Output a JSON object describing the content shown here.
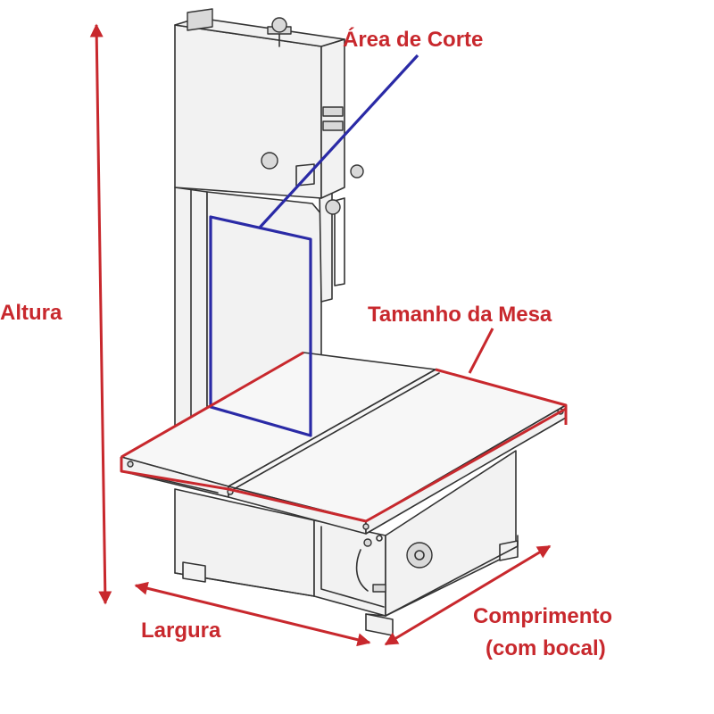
{
  "labels": {
    "cut_area": "Área de Corte",
    "height": "Altura",
    "table_size": "Tamanho da Mesa",
    "width": "Largura",
    "length_line1": "Comprimento",
    "length_line2": "(com bocal)"
  },
  "colors": {
    "dimension": "#c8282d",
    "cut_area": "#2a2aa6",
    "machine_line": "#333333"
  }
}
